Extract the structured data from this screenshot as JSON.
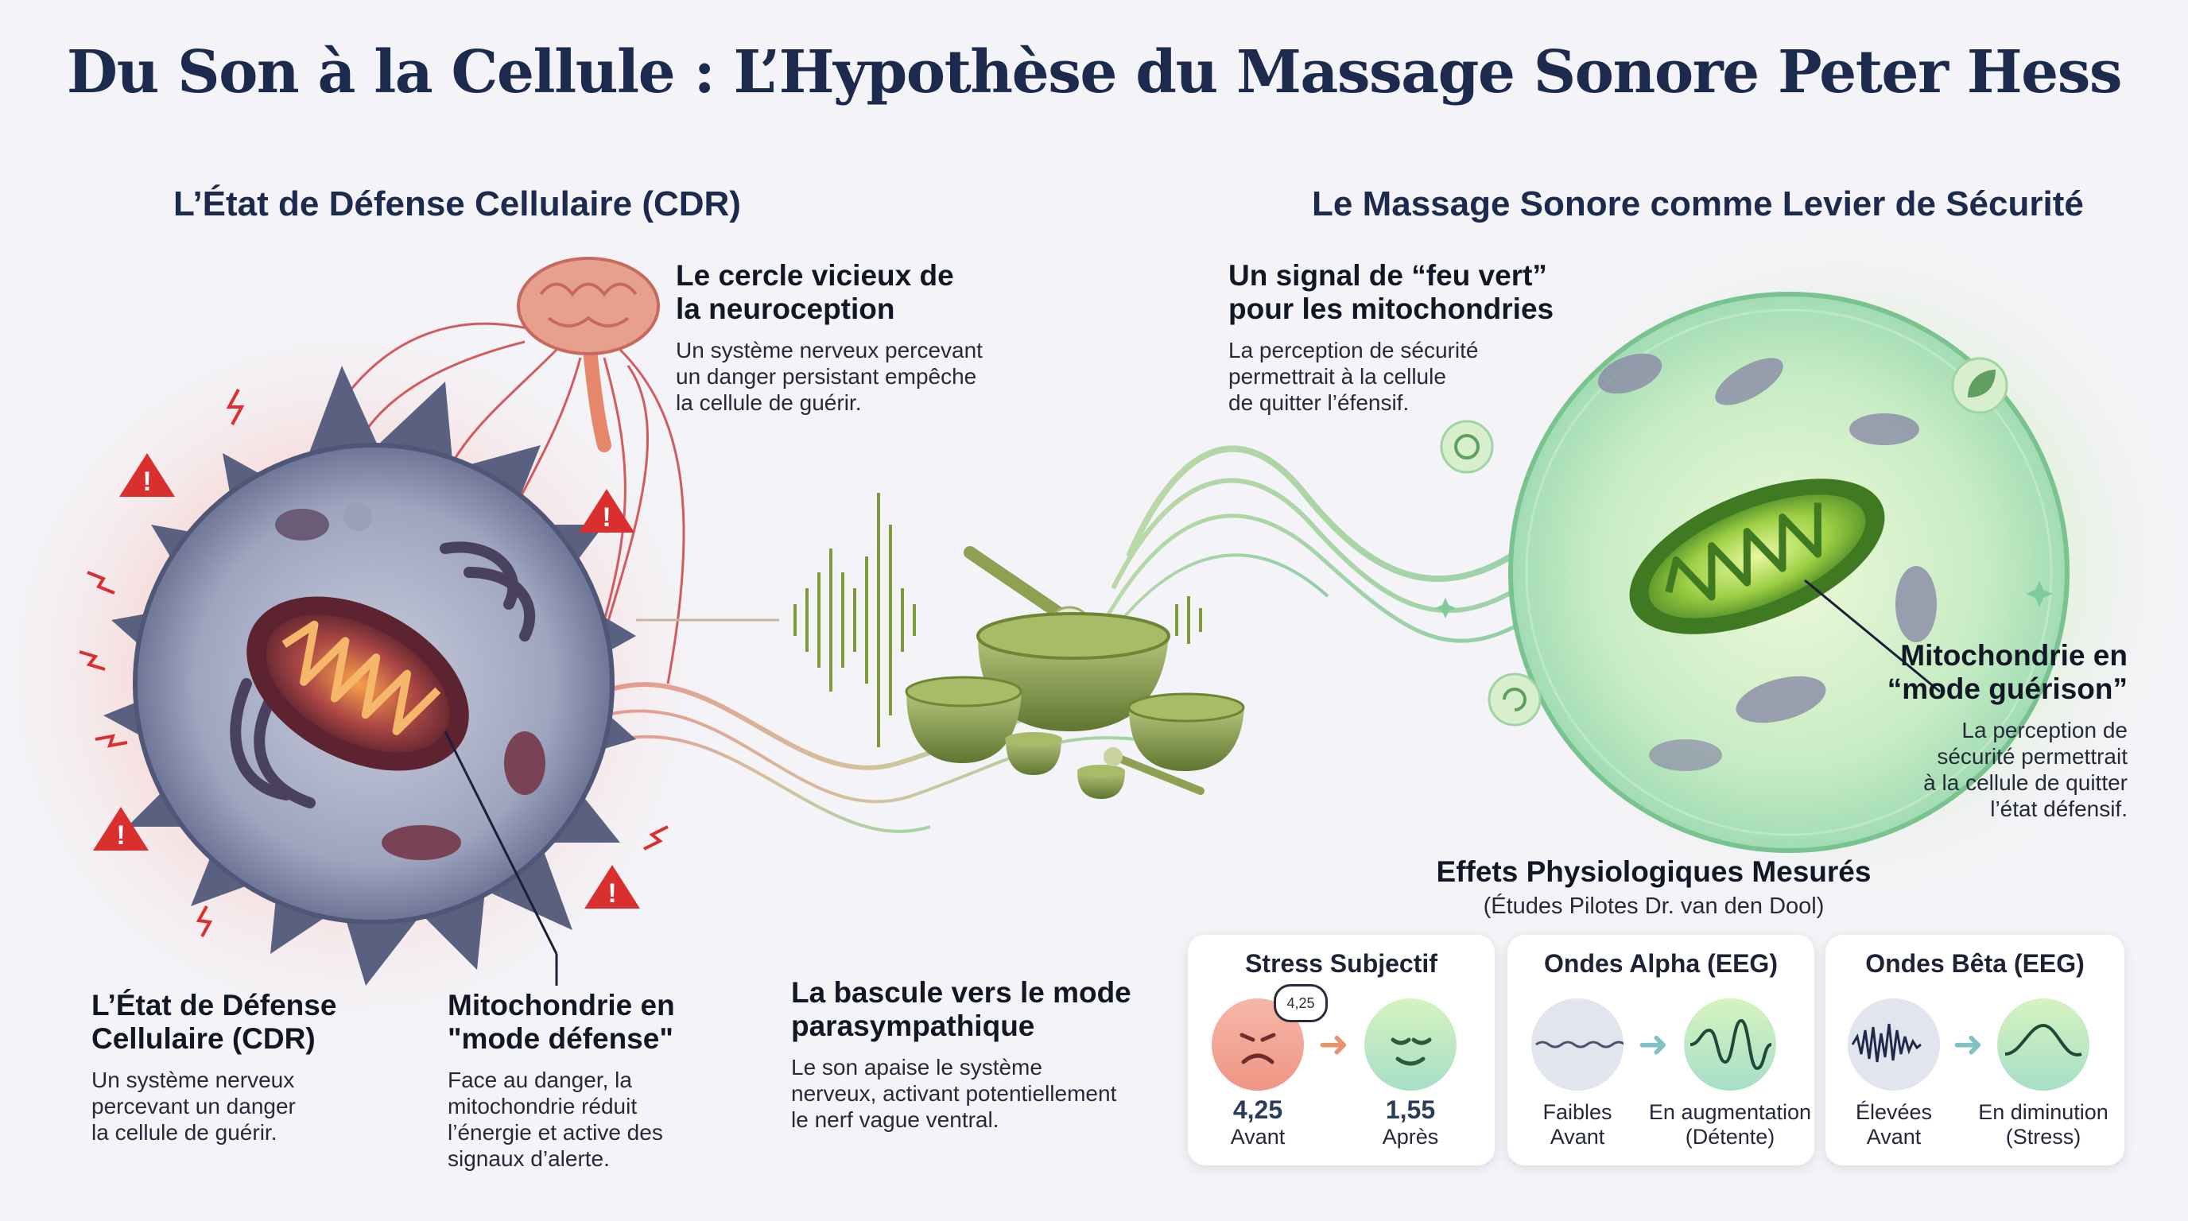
{
  "title": "Du Son à la Cellule : L’Hypothèse du Massage Sonore Peter Hess",
  "left_section": {
    "header": "L’État de Défense Cellulaire (CDR)",
    "neuroception": {
      "heading_line1": "Le cercle vicieux de",
      "heading_line2": "la neuroception",
      "body_line1": "Un système nerveux percevant",
      "body_line2": "un danger persistant empêche",
      "body_line3": "la cellule de guérir."
    },
    "cdr": {
      "heading_line1": "L’État de Défense",
      "heading_line2": "Cellulaire (CDR)",
      "body_line1": "Un système nerveux",
      "body_line2": "percevant un danger",
      "body_line3": "la cellule de guérir."
    },
    "mito_defense": {
      "heading_line1": "Mitochondrie en",
      "heading_line2": "\"mode défense\"",
      "body_line1": "Face au danger, la",
      "body_line2": "mitochondrie réduit",
      "body_line3": "l’énergie et active des",
      "body_line4": "signaux d’alerte."
    }
  },
  "middle": {
    "heading_line1": "La bascule vers le mode",
    "heading_line2": "parasympathique",
    "body_line1": "Le son apaise le système",
    "body_line2": "nerveux, activant potentiellement",
    "body_line3": "le nerf vague ventral."
  },
  "right_section": {
    "header": "Le Massage Sonore comme Levier de Sécurité",
    "green_light": {
      "heading_line1": "Un signal de “feu vert”",
      "heading_line2": "pour les mitochondries",
      "body_line1": "La perception de sécurité",
      "body_line2": "permettrait à la cellule",
      "body_line3": "de quitter l’éfensif."
    },
    "mito_healing": {
      "heading_line1": "Mitochondrie en",
      "heading_line2": "“mode guérison”",
      "body_line1": "La perception de",
      "body_line2": "sécurité permettrait",
      "body_line3": "à la cellule de quitter",
      "body_line4": "l’état défensif."
    }
  },
  "effects": {
    "title": "Effets Physiologiques Mesurés",
    "subtitle": "(Études Pilotes Dr. van den Dool)",
    "cards": [
      {
        "title": "Stress Subjectif",
        "before_value": "4,25",
        "before_label": "Avant",
        "after_value": "1,55",
        "after_label": "Après",
        "bubble": "4,25"
      },
      {
        "title": "Ondes Alpha (EEG)",
        "before_label1": "Faibles",
        "before_label2": "Avant",
        "after_label1": "En augmentation",
        "after_label2": "(Détente)"
      },
      {
        "title": "Ondes Bêta (EEG)",
        "before_label1": "Élevées",
        "before_label2": "Avant",
        "after_label1": "En diminution",
        "after_label2": "(Stress)"
      }
    ]
  },
  "colors": {
    "title": "#1c2a4e",
    "defense_red": "#d9302f",
    "healing_green": "#8cc63f",
    "bowl_green": "#7f9a3c",
    "arrow_orange": "#e7926c",
    "arrow_teal": "#7fc2c3"
  },
  "icons": [
    "warning-icon",
    "lightning-icon",
    "brain-icon",
    "singing-bowl-icon",
    "leaf-icon",
    "cycle-icon",
    "sad-face-icon",
    "calm-face-icon",
    "thought-bubble-icon",
    "wave-icon",
    "arrow-right-icon",
    "sparkle-icon"
  ]
}
